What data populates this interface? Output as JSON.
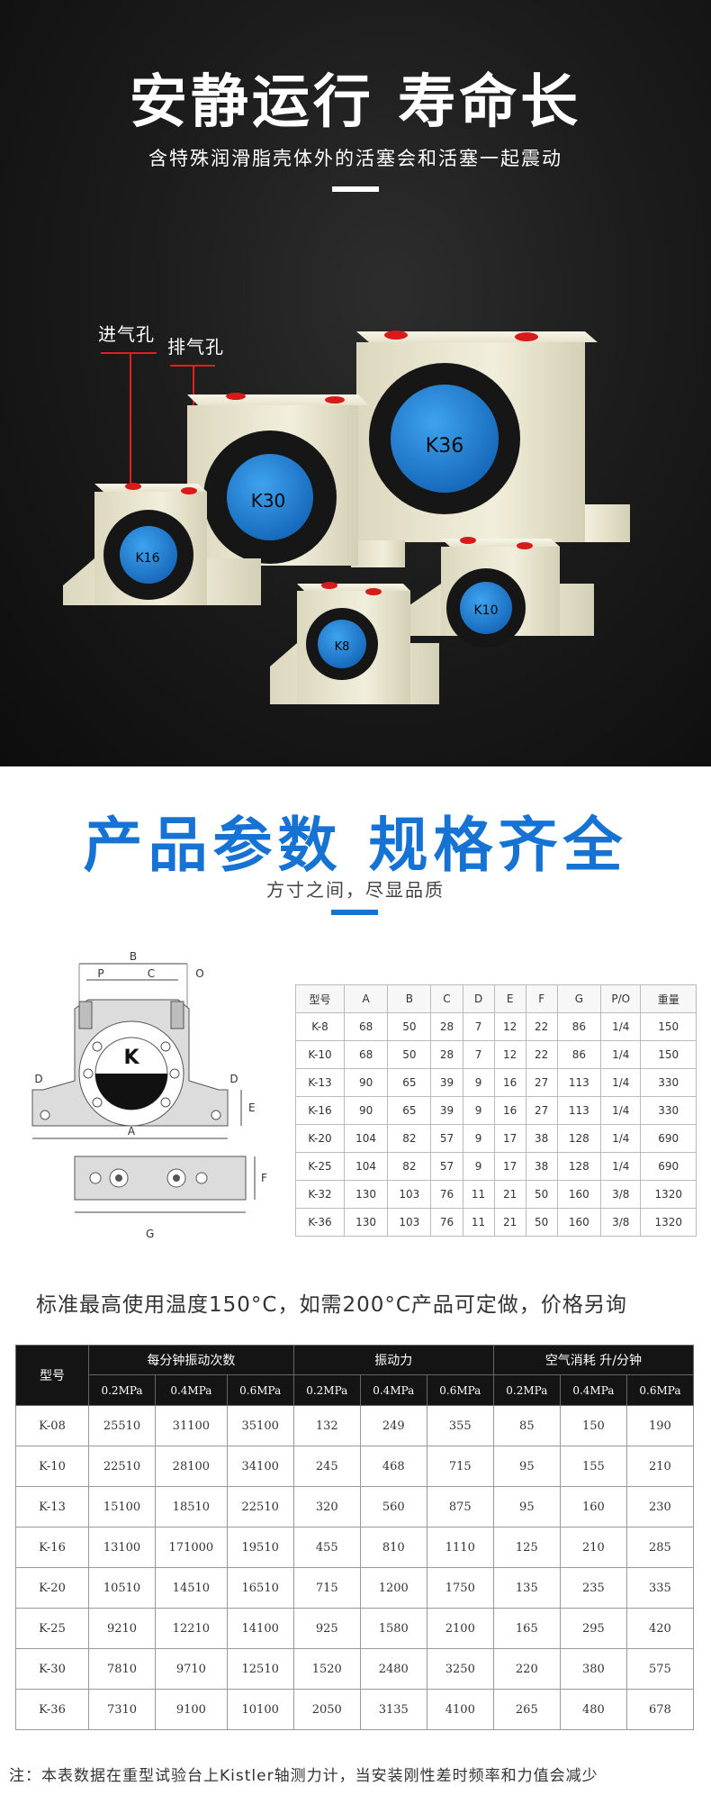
{
  "hero": {
    "title": "安静运行 寿命长",
    "subtitle": "含特殊润滑脂壳体外的活塞会和活塞一起震动",
    "callout_inlet": "进气孔",
    "callout_exhaust": "排气孔",
    "vibrators": [
      {
        "label": "K36"
      },
      {
        "label": "K30"
      },
      {
        "label": "K16"
      },
      {
        "label": "K10"
      },
      {
        "label": "K8"
      }
    ]
  },
  "section2": {
    "title": "产品参数 规格齐全",
    "subtitle": "方寸之间，尽显品质"
  },
  "drawing": {
    "label_k": "K",
    "dims": {
      "B": "B",
      "C": "C",
      "P": "P",
      "O": "O",
      "D_left": "D",
      "D_right": "D",
      "E": "E",
      "A": "A",
      "F": "F",
      "G": "G"
    }
  },
  "spec_table": {
    "headers": [
      "型号",
      "A",
      "B",
      "C",
      "D",
      "E",
      "F",
      "G",
      "P/O",
      "重量"
    ],
    "rows": [
      [
        "K-8",
        "68",
        "50",
        "28",
        "7",
        "12",
        "22",
        "86",
        "1/4",
        "150"
      ],
      [
        "K-10",
        "68",
        "50",
        "28",
        "7",
        "12",
        "22",
        "86",
        "1/4",
        "150"
      ],
      [
        "K-13",
        "90",
        "65",
        "39",
        "9",
        "16",
        "27",
        "113",
        "1/4",
        "330"
      ],
      [
        "K-16",
        "90",
        "65",
        "39",
        "9",
        "16",
        "27",
        "113",
        "1/4",
        "330"
      ],
      [
        "K-20",
        "104",
        "82",
        "57",
        "9",
        "17",
        "38",
        "128",
        "1/4",
        "690"
      ],
      [
        "K-25",
        "104",
        "82",
        "57",
        "9",
        "17",
        "38",
        "128",
        "1/4",
        "690"
      ],
      [
        "K-32",
        "130",
        "103",
        "76",
        "11",
        "21",
        "50",
        "160",
        "3/8",
        "1320"
      ],
      [
        "K-36",
        "130",
        "103",
        "76",
        "11",
        "21",
        "50",
        "160",
        "3/8",
        "1320"
      ]
    ]
  },
  "temp_note": "标准最高使用温度150°C，如需200°C产品可定做，价格另询",
  "perf_table": {
    "model_header": "型号",
    "groups": [
      "每分钟振动次数",
      "振动力",
      "空气消耗 升/分钟"
    ],
    "pressures": [
      "0.2MPa",
      "0.4MPa",
      "0.6MPa",
      "0.2MPa",
      "0.4MPa",
      "0.6MPa",
      "0.2MPa",
      "0.4MPa",
      "0.6MPa"
    ],
    "rows": [
      [
        "K-08",
        "25510",
        "31100",
        "35100",
        "132",
        "249",
        "355",
        "85",
        "150",
        "190"
      ],
      [
        "K-10",
        "22510",
        "28100",
        "34100",
        "245",
        "468",
        "715",
        "95",
        "155",
        "210"
      ],
      [
        "K-13",
        "15100",
        "18510",
        "22510",
        "320",
        "560",
        "875",
        "95",
        "160",
        "230"
      ],
      [
        "K-16",
        "13100",
        "171000",
        "19510",
        "455",
        "810",
        "1110",
        "125",
        "210",
        "285"
      ],
      [
        "K-20",
        "10510",
        "14510",
        "16510",
        "715",
        "1200",
        "1750",
        "135",
        "235",
        "335"
      ],
      [
        "K-25",
        "9210",
        "12210",
        "14100",
        "925",
        "1580",
        "2100",
        "165",
        "295",
        "420"
      ],
      [
        "K-30",
        "7810",
        "9710",
        "12510",
        "1520",
        "2480",
        "3250",
        "220",
        "380",
        "575"
      ],
      [
        "K-36",
        "7310",
        "9100",
        "10100",
        "2050",
        "3135",
        "4100",
        "265",
        "480",
        "678"
      ]
    ]
  },
  "bottom_note": "注：本表数据在重型试验台上Kistler轴测力计，当安装刚性差时频率和力值会减少"
}
